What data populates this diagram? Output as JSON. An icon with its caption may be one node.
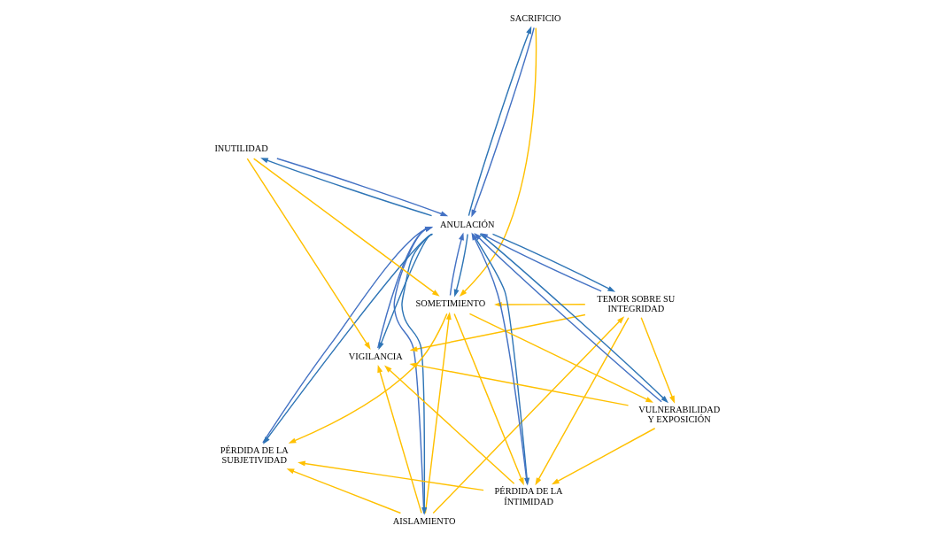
{
  "diagram": {
    "nodes": [
      {
        "text": [
          "PÉRDIDA DE LA SUBJETIVIDAD"
        ]
      },
      {
        "text": [
          "SACRIFICIO"
        ]
      },
      {
        "text": [
          "AISLAMIENTO"
        ]
      },
      {
        "text": [
          "VIGILANCIA"
        ]
      },
      {
        "text": [
          "TEMOR SOBRE SU INTEGRIDAD"
        ]
      },
      {
        "text": [
          "ANULACIÓN"
        ]
      },
      {
        "text": [
          "INUTILIDAD"
        ]
      },
      {
        "text": [
          "VULNERABILIDAD Y EXPOSICIÓN"
        ]
      },
      {
        "text": [
          "SOMETIMIENTO"
        ]
      },
      {
        "text": [
          "PÉRDIDA DE LA ÍNTIMIDAD"
        ]
      }
    ],
    "edges": [
      {
        "from": 5,
        "to": 0,
        "arrow": "to",
        "color": "#2e75b6"
      },
      {
        "from": 0,
        "to": 5,
        "arrow": "to",
        "color": "#4472c4"
      },
      {
        "from": 5,
        "to": 1,
        "arrow": "to",
        "color": "#2e75b6"
      },
      {
        "from": 1,
        "to": 5,
        "arrow": "to",
        "color": "#4472c4"
      },
      {
        "from": 5,
        "to": 2,
        "arrow": "to",
        "color": "#2e75b6"
      },
      {
        "from": 2,
        "to": 5,
        "arrow": "to",
        "color": "#4472c4"
      },
      {
        "from": 4,
        "to": 5,
        "arrow": "to",
        "color": "#4472c4"
      },
      {
        "from": 5,
        "to": 4,
        "arrow": "to",
        "color": "#2e75b6"
      },
      {
        "from": 3,
        "to": 5,
        "arrow": "to",
        "color": "#4472c4"
      },
      {
        "from": 5,
        "to": 3,
        "arrow": "to",
        "color": "#2e75b6"
      },
      {
        "from": 6,
        "to": 5,
        "arrow": "to",
        "color": "#4472c4"
      },
      {
        "from": 5,
        "to": 6,
        "arrow": "to",
        "color": "#2e75b6"
      },
      {
        "from": 5,
        "to": 7,
        "arrow": "to",
        "color": "#2e75b6"
      },
      {
        "from": 7,
        "to": 5,
        "arrow": "to",
        "color": "#4472c4"
      },
      {
        "from": 5,
        "to": 8,
        "arrow": "to",
        "color": "#2e75b6"
      },
      {
        "from": 8,
        "to": 5,
        "arrow": "to",
        "color": "#4472c4"
      },
      {
        "from": 5,
        "to": 9,
        "arrow": "to",
        "color": "#2e75b6"
      },
      {
        "from": 9,
        "to": 5,
        "arrow": "to",
        "color": "#4472c4"
      },
      {
        "from": 2,
        "to": 0,
        "arrow": "to",
        "color": "#ffc000"
      },
      {
        "from": 2,
        "to": 4,
        "arrow": "to",
        "color": "#ffc000"
      },
      {
        "from": 2,
        "to": 3,
        "arrow": "to",
        "color": "#ffc000"
      },
      {
        "from": 2,
        "to": 8,
        "arrow": "to",
        "color": "#ffc000"
      },
      {
        "from": 4,
        "to": 7,
        "arrow": "to",
        "color": "#ffc000"
      },
      {
        "from": 4,
        "to": 8,
        "arrow": "to",
        "color": "#ffc000"
      },
      {
        "from": 8,
        "to": 7,
        "arrow": "to",
        "color": "#ffc000"
      },
      {
        "from": 8,
        "to": 9,
        "arrow": "to",
        "color": "#ffc000"
      },
      {
        "from": 6,
        "to": 3,
        "arrow": "to",
        "color": "#ffc000"
      },
      {
        "from": 8,
        "to": 0,
        "arrow": "to",
        "color": "#ffc000"
      },
      {
        "from": 9,
        "to": 0,
        "arrow": "to",
        "color": "#ffc000"
      },
      {
        "from": 1,
        "to": 8,
        "arrow": "to",
        "color": "#ffc000"
      },
      {
        "from": 4,
        "to": 3,
        "arrow": "to",
        "color": "#ffc000"
      },
      {
        "from": 7,
        "to": 3,
        "arrow": "to",
        "color": "#ffc000"
      },
      {
        "from": 7,
        "to": 9,
        "arrow": "to",
        "color": "#ffc000"
      },
      {
        "from": 4,
        "to": 9,
        "arrow": "to",
        "color": "#ffc000"
      },
      {
        "from": 9,
        "to": 3,
        "arrow": "to",
        "color": "#ffc000"
      },
      {
        "from": 6,
        "to": 8,
        "arrow": "to",
        "color": "#ffc000"
      }
    ]
  }
}
